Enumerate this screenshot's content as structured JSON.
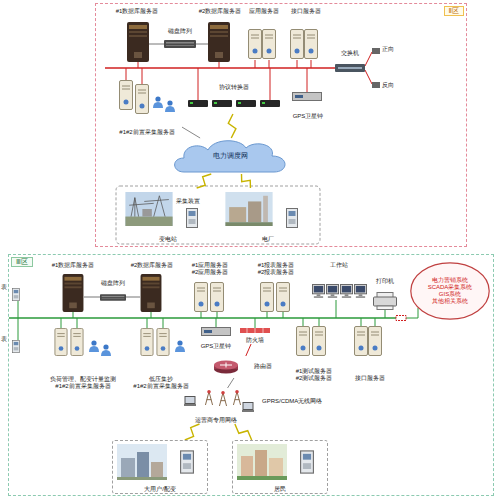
{
  "diagram": {
    "nodes": [
      {
        "text": [
          "Ⅱ区"
        ]
      },
      {
        "text": [
          "#1数据库服务器"
        ],
        "in": 0
      },
      {
        "text": [
          "磁盘阵列"
        ],
        "in": 0
      },
      {
        "text": [
          "#2数据库服务器"
        ],
        "in": 0
      },
      {
        "text": [
          "应用服务器"
        ],
        "in": 0
      },
      {
        "text": [
          "接口服务器"
        ],
        "in": 0
      },
      {
        "text": [
          "交换机"
        ],
        "in": 0
      },
      {
        "text": [
          "#1#2前置采集服务器"
        ],
        "in": 0
      },
      {
        "text": [
          "协议转换器"
        ],
        "in": 0
      },
      {
        "text": [
          "GPS卫星钟"
        ],
        "in": 0
      },
      {
        "text": [
          "电力调度网"
        ],
        "in": 0
      },
      {
        "text": [
          "变电站"
        ],
        "in": 0
      },
      {
        "text": [
          "电厂"
        ],
        "in": 0
      },
      {
        "text": [
          "Ⅲ区"
        ]
      },
      {
        "text": [
          "#1数据库服务器"
        ],
        "in": 13
      },
      {
        "text": [
          "磁盘阵列"
        ],
        "in": 13
      },
      {
        "text": [
          "#2数据库服务器"
        ],
        "in": 13
      },
      {
        "text": [
          "#1应用服务器 #2应用服务器"
        ],
        "in": 13
      },
      {
        "text": [
          "#1报表服务器 #2报表服务器"
        ],
        "in": 13
      },
      {
        "text": [
          "工作站"
        ],
        "in": 13
      },
      {
        "text": [
          "打印机"
        ],
        "in": 13
      },
      {
        "text": [
          "电力营销系统",
          "SCADA采集系统",
          "GIS系统",
          "其他相关系统"
        ],
        "in": 13
      },
      {
        "text": [
          "负荷管理、配变计量监测",
          "#1#2前置采集服务器"
        ],
        "in": 13
      },
      {
        "text": [
          "低压集抄",
          "#1#2前置采集服务器"
        ],
        "in": 13
      },
      {
        "text": [
          "GPS卫星钟"
        ],
        "in": 13
      },
      {
        "text": [
          "防火墙"
        ],
        "in": 13
      },
      {
        "text": [
          "路由器"
        ],
        "in": 13
      },
      {
        "text": [
          "#1测试服务器 #2测试服务器"
        ],
        "in": 13
      },
      {
        "text": [
          "接口服务器"
        ],
        "in": 13
      },
      {
        "text": [
          "运营商专用网络"
        ],
        "in": 13
      },
      {
        "text": [
          "大用户/配变"
        ],
        "in": 13
      },
      {
        "text": [
          "居民"
        ],
        "in": 13
      }
    ],
    "edges": [
      {
        "from": 7,
        "to": 10,
        "arrow": "none"
      },
      {
        "from": 8,
        "to": 10,
        "arrow": "none"
      },
      {
        "from": 10,
        "to": 11,
        "arrow": "none"
      },
      {
        "from": 10,
        "to": 12,
        "arrow": "none"
      },
      {
        "from": 25,
        "to": 26,
        "arrow": "none"
      },
      {
        "from": 26,
        "to": 29,
        "arrow": "none"
      },
      {
        "from": 29,
        "to": 30,
        "arrow": "none"
      },
      {
        "from": 29,
        "to": 31,
        "arrow": "none"
      }
    ],
    "labels": [
      "正向",
      "反向",
      "采集装置",
      "GPRS/CDMA无线网络",
      "表",
      "表"
    ]
  }
}
